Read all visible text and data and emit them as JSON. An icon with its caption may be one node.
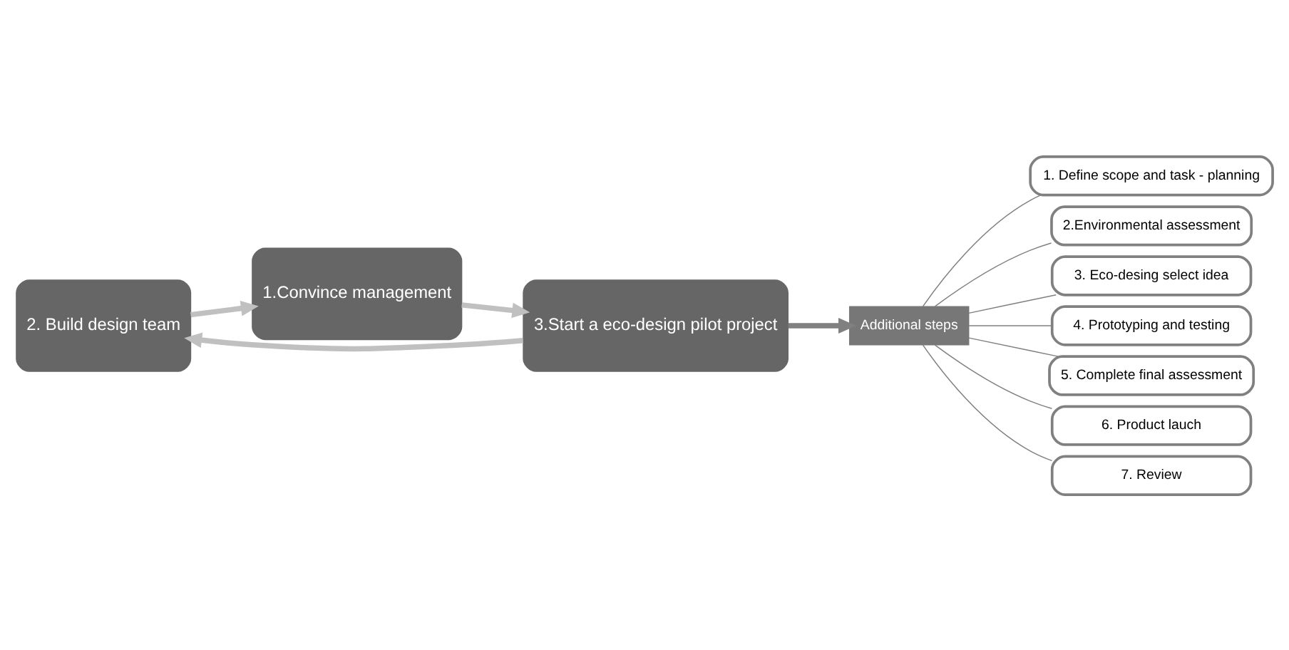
{
  "diagram": {
    "nodes": [
      {
        "text": [
          "2. Build design team"
        ]
      },
      {
        "text": [
          "1.Convince management"
        ]
      },
      {
        "text": [
          "3.Start a eco-design pilot project"
        ]
      },
      {
        "text": [
          "Additional steps"
        ]
      },
      {
        "text": [
          "1. Define scope and task - planning"
        ]
      },
      {
        "text": [
          "2.Environmental assessment"
        ]
      },
      {
        "text": [
          "3. Eco-desing select idea"
        ]
      },
      {
        "text": [
          "4. Prototyping and testing"
        ]
      },
      {
        "text": [
          "5. Complete final assessment"
        ]
      },
      {
        "text": [
          "6. Product lauch"
        ]
      },
      {
        "text": [
          "7. Review"
        ]
      }
    ],
    "edges": [
      {
        "from": 0,
        "to": 1,
        "arrow": "to",
        "style": "thick",
        "color": "#c0c0c0"
      },
      {
        "from": 1,
        "to": 2,
        "arrow": "to",
        "style": "thick",
        "color": "#c0c0c0"
      },
      {
        "from": 2,
        "to": 0,
        "arrow": "to",
        "style": "thick",
        "color": "#c0c0c0"
      },
      {
        "from": 2,
        "to": 3,
        "arrow": "to",
        "style": "thick"
      },
      {
        "from": 3,
        "to": 4,
        "arrow": "none"
      },
      {
        "from": 3,
        "to": 5,
        "arrow": "none"
      },
      {
        "from": 3,
        "to": 6,
        "arrow": "none"
      },
      {
        "from": 3,
        "to": 7,
        "arrow": "none"
      },
      {
        "from": 3,
        "to": 8,
        "arrow": "none"
      },
      {
        "from": 3,
        "to": 9,
        "arrow": "none"
      },
      {
        "from": 3,
        "to": 10,
        "arrow": "none"
      }
    ]
  }
}
